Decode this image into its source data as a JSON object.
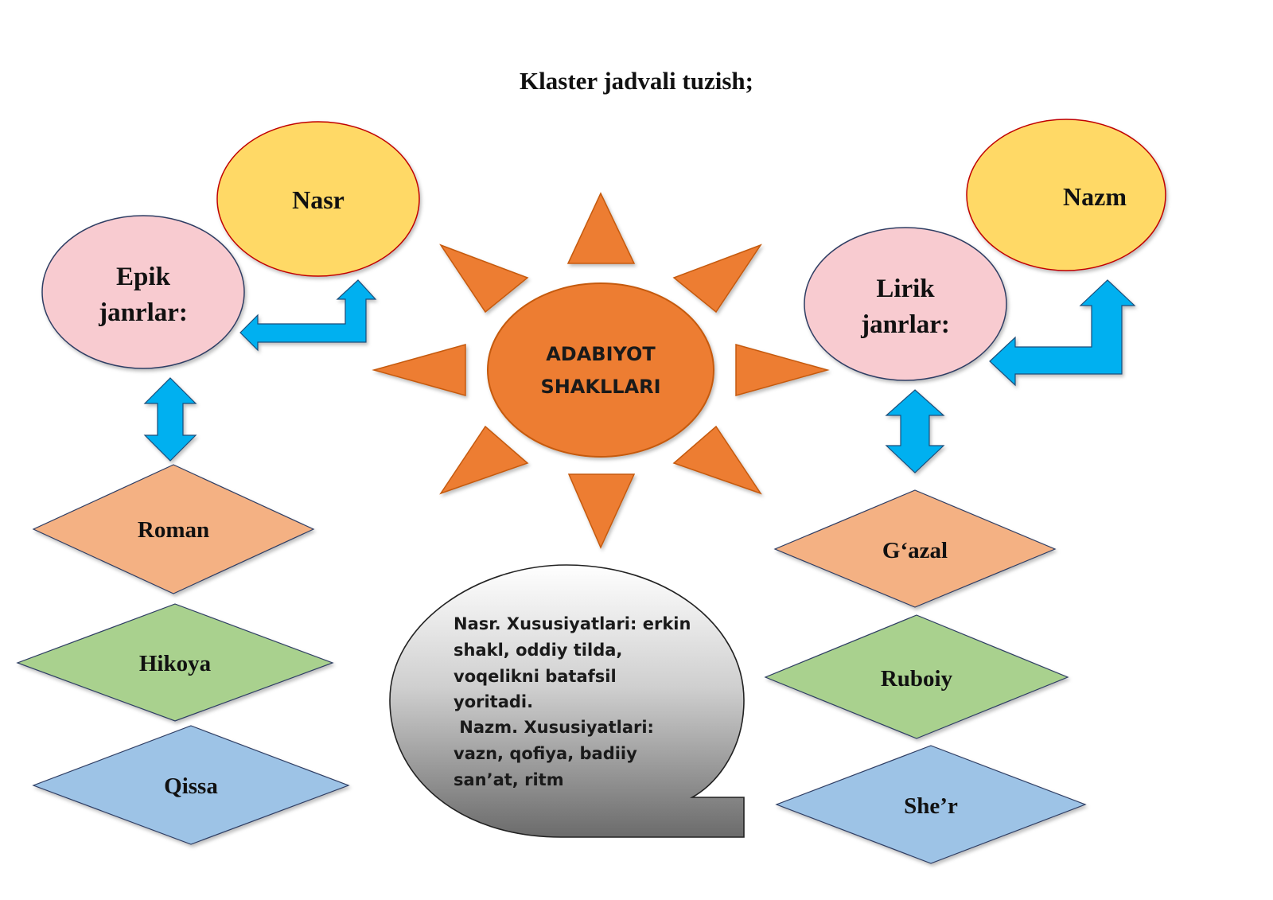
{
  "title": "Klaster jadvali tuzish;",
  "center": {
    "line1": "ADABIYOT",
    "line2": "SHAKLLARI"
  },
  "left": {
    "form": "Nasr",
    "genre_line1": "Epik",
    "genre_line2": "janrlar:",
    "items": [
      "Roman",
      "Hikoya",
      "Qissa"
    ]
  },
  "right": {
    "form": "Nazm",
    "genre_line1": "Lirik",
    "genre_line2": "janrlar:",
    "items": [
      "G‘azal",
      "Ruboiy",
      "She’r"
    ]
  },
  "callout": {
    "lines": [
      "Nasr. Xususiyatlari: erkin",
      "shakl, oddiy tilda,",
      "voqelikni batafsil",
      "yoritadi.",
      " Nazm. Xususiyatlari:",
      "vazn, qofiya, badiiy",
      "san’at, ritm"
    ]
  },
  "colors": {
    "sun": "#ED7D31",
    "oval_yellow": "#FFD966",
    "oval_pink": "#F8CBD0",
    "diamond_salmon": "#F4B183",
    "diamond_green": "#A9D18E",
    "diamond_blue": "#9DC3E6",
    "arrow_blue": "#00B0F0"
  }
}
